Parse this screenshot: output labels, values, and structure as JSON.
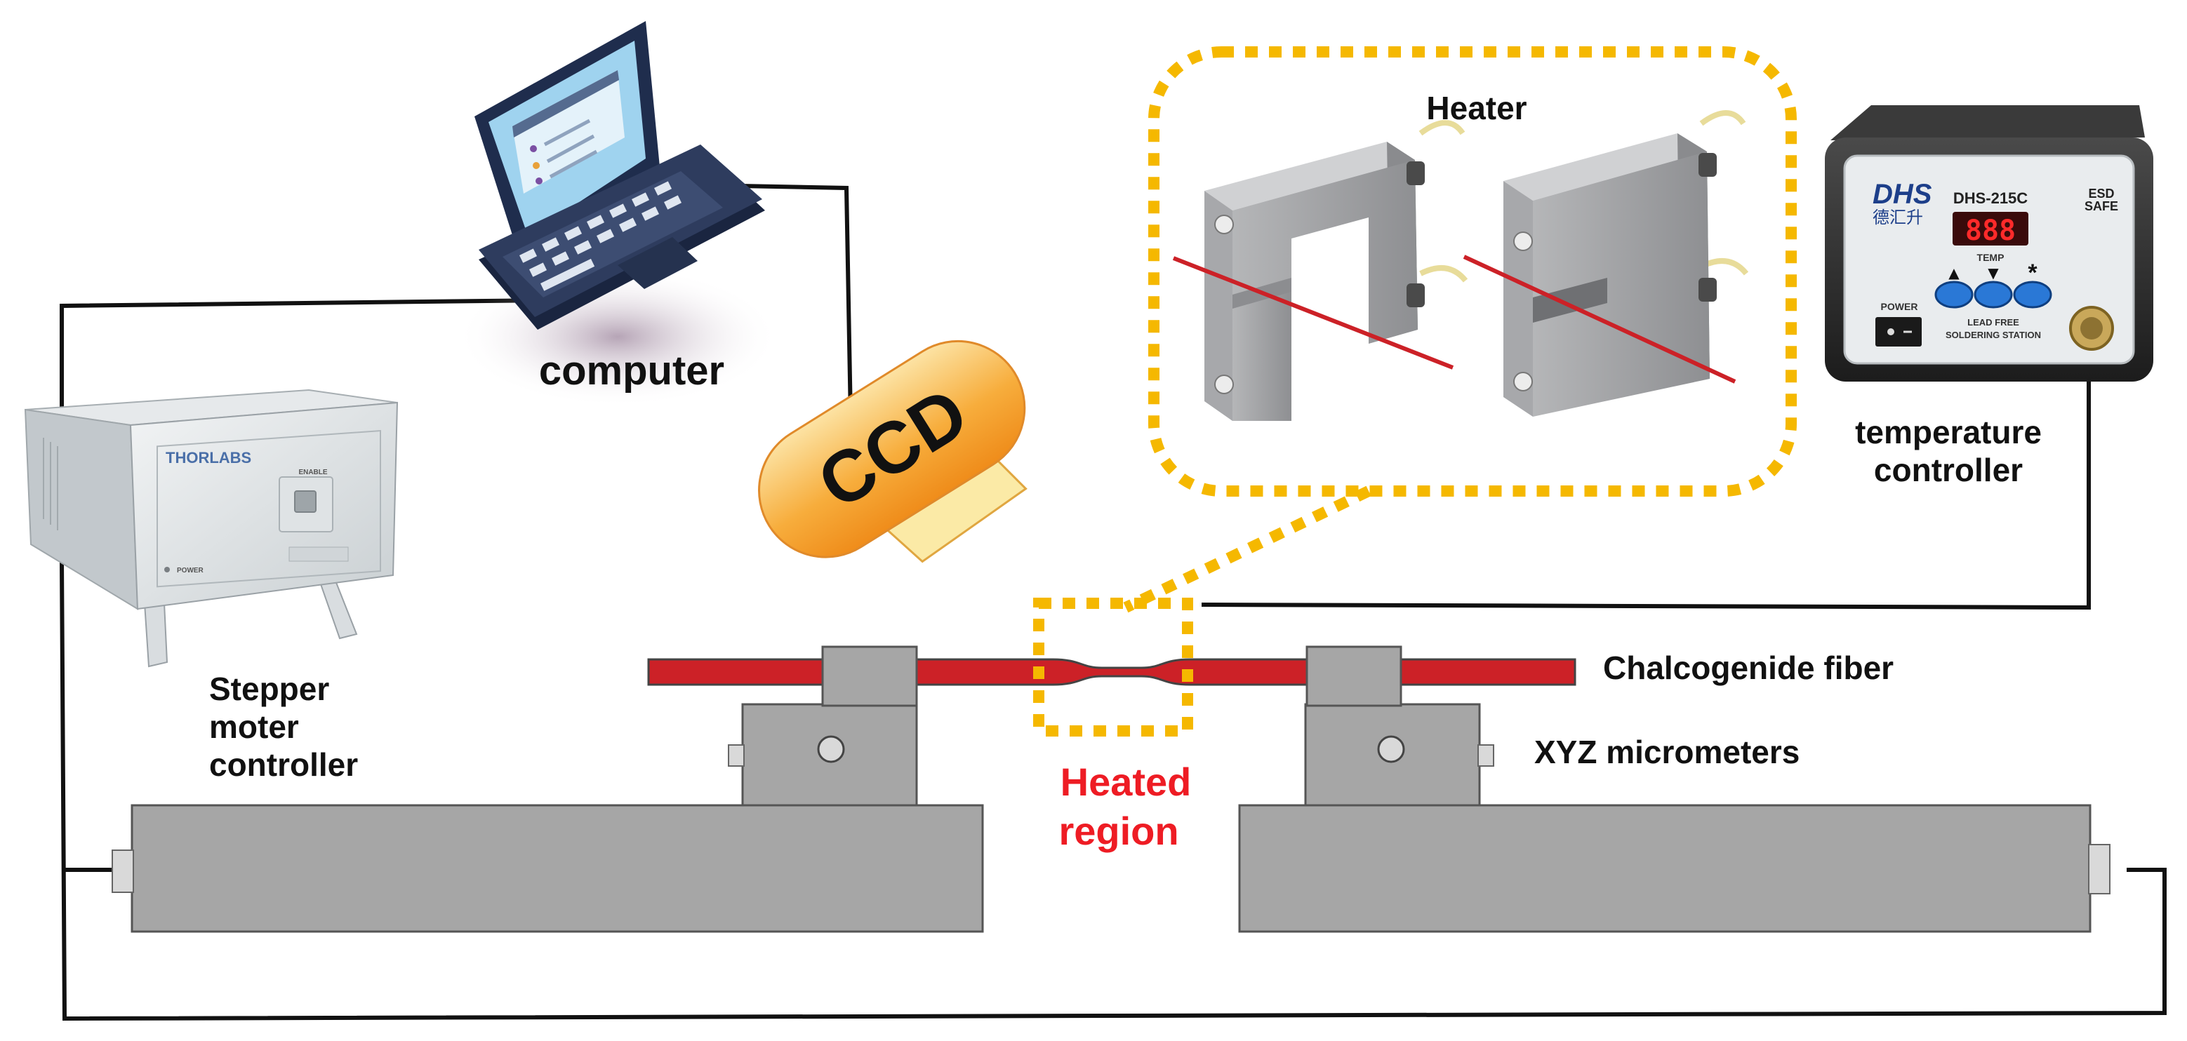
{
  "labels": {
    "computer": "computer",
    "ccd": "CCD",
    "heater": "Heater",
    "temp_controller": [
      "temperature",
      "controller"
    ],
    "stepper_controller": [
      "Stepper",
      "moter",
      "controller"
    ],
    "fiber": "Chalcogenide fiber",
    "micrometers": "XYZ micrometers",
    "heated_region": [
      "Heated",
      "region"
    ]
  },
  "thorlabs_device": {
    "brand": "THORLABS",
    "enable": "ENABLE",
    "power": "POWER"
  },
  "dhs_device": {
    "brand": "DHS",
    "brand_cn": "德汇升",
    "model": "DHS-215C",
    "esd": [
      "ESD",
      "SAFE"
    ],
    "display": "888",
    "temp": "TEMP",
    "up_symbol": "▲",
    "down_symbol": "▼",
    "star_symbol": "*",
    "power": "POWER",
    "lead_free": "LEAD FREE",
    "station": "SOLDERING STATION"
  },
  "colors": {
    "fiber": "#cc2127",
    "highlight_box": "#f5b800",
    "heated_text": "#ee1c24",
    "stage_gray": "#a6a6a6",
    "wire": "#111111"
  }
}
